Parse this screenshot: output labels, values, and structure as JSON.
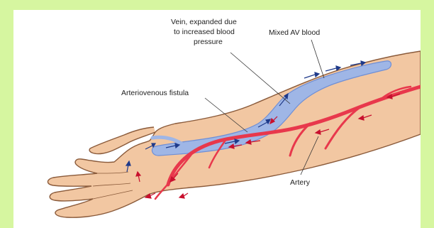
{
  "labels": {
    "vein_line1": "Vein, expanded due",
    "vein_line2": "to increased blood",
    "vein_line3": "pressure",
    "mixed": "Mixed AV blood",
    "fistula": "Arteriovenous fistula",
    "artery": "Artery"
  },
  "colors": {
    "background": "#d6f6a0",
    "panel": "#ffffff",
    "skin": "#f2c7a2",
    "skin_outline": "#8a5a3a",
    "vein": "#9fb6e6",
    "vein_dark": "#6f8fd6",
    "artery": "#e8384c",
    "arrow_blue": "#1f3a8a",
    "arrow_red": "#c8102e"
  }
}
